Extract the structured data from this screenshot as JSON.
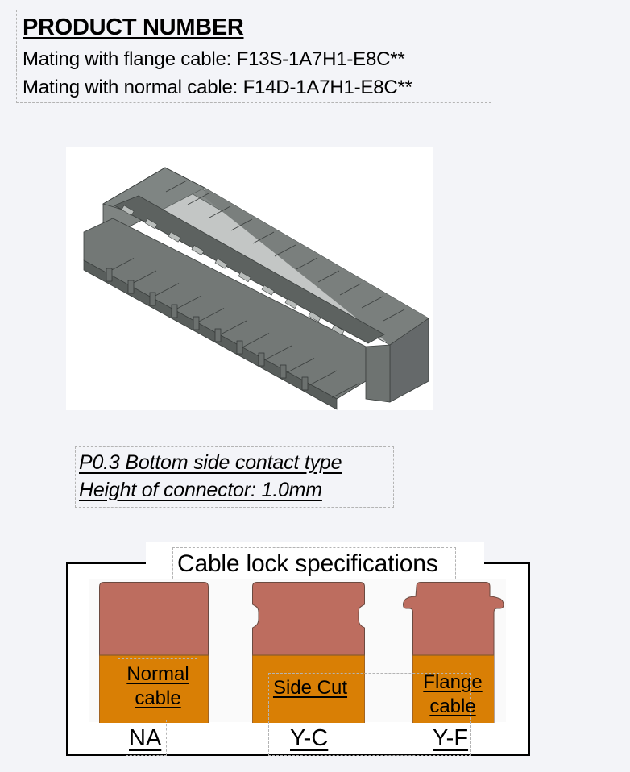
{
  "product_number": {
    "title": "PRODUCT NUMBER",
    "flange_line": "Mating with flange cable: F13S-1A7H1-E8C**",
    "normal_line": "Mating with normal cable: F14D-1A7H1-E8C**"
  },
  "connector_image": {
    "alt": "3D render of FPC connector",
    "body_color": "#7b807e"
  },
  "specs": {
    "line1": "P0.3 Bottom side contact type",
    "line2": "Height of connector: 1.0mm"
  },
  "cable_lock": {
    "title": "Cable lock specifications",
    "colors": {
      "cable_top": "#bd6d5f",
      "cable_bottom": "#d97f05",
      "edge": "#6b4a40"
    },
    "types": [
      {
        "label_line1": "Normal",
        "label_line2": "cable",
        "code": "NA",
        "shape": "plain"
      },
      {
        "label_line1": "Side Cut",
        "label_line2": "",
        "code": "Y-C",
        "shape": "side-cut"
      },
      {
        "label_line1": "Flange",
        "label_line2": "cable",
        "code": "Y-F",
        "shape": "flange"
      }
    ]
  }
}
